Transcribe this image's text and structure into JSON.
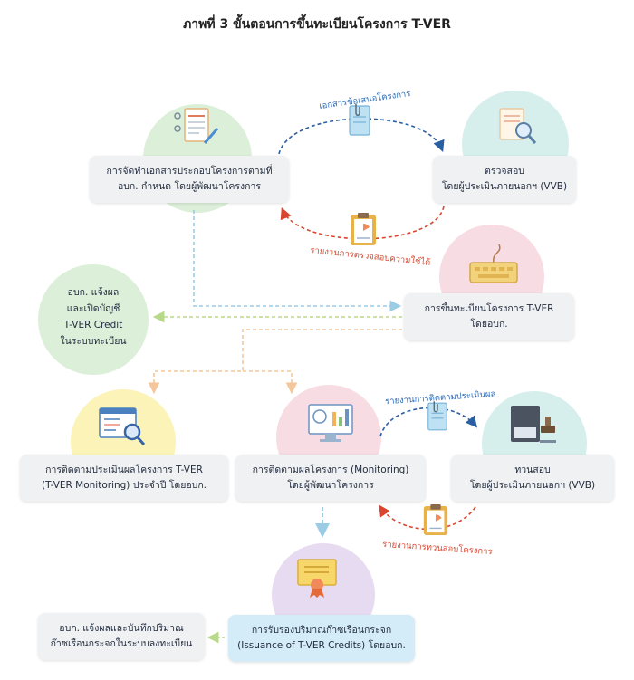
{
  "title": "ภาพที่ 3 ขั้นตอนการขึ้นทะเบียนโครงการ T-VER",
  "nodes": {
    "prepare_docs": {
      "lines": [
        "การจัดทำเอกสารประกอบโครงการตามที่",
        "อบก. กำหนด โดยผู้พัฒนาโครงการ"
      ]
    },
    "validate": {
      "lines": [
        "ตรวจสอบ",
        "โดยผู้ประเมินภายนอกฯ (VVB)"
      ]
    },
    "register": {
      "lines": [
        "การขึ้นทะเบียนโครงการ T-VER",
        "โดยอบก."
      ]
    },
    "notify_account": {
      "lines": [
        "อบก. แจ้งผล",
        "และเปิดบัญชี",
        "T-VER Credit",
        "ในระบบทะเบียน"
      ]
    },
    "annual_eval": {
      "lines": [
        "การติดตามประเมินผลโครงการ T-VER",
        "(T-VER Monitoring) ประจำปี โดยอบก."
      ]
    },
    "monitoring": {
      "lines": [
        "การติดตามผลโครงการ (Monitoring)",
        "โดยผู้พัฒนาโครงการ"
      ]
    },
    "verify": {
      "lines": [
        "ทวนสอบ",
        "โดยผู้ประเมินภายนอกฯ (VVB)"
      ]
    },
    "issuance": {
      "lines": [
        "การรับรองปริมาณก๊าซเรือนกระจก",
        "(Issuance of T-VER Credits) โดยอบก."
      ]
    },
    "notify_record": {
      "lines": [
        "อบก. แจ้งผลและบันทึกปริมาณ",
        "ก๊าซเรือนกระจกในระบบลงทะเบียน"
      ]
    }
  },
  "labels": {
    "proposal_doc": "เอกสารข้อเสนอโครงการ",
    "validation_report": "รายงานการตรวจสอบความใช้ได้",
    "monitoring_report": "รายงานการติดตามประเมินผล",
    "verification_report": "รายงานการทวนสอบโครงการ"
  },
  "icons": {
    "prepare_docs": "document-pen-icon",
    "validate": "document-magnifier-icon",
    "register": "keyboard-icon",
    "annual_eval": "webpage-magnifier-icon",
    "monitoring": "monitor-dashboard-icon",
    "verify": "stamp-icon",
    "issuance": "certificate-icon",
    "proposal_doc": "clip-document-icon",
    "validation_report": "clipboard-chart-icon",
    "monitoring_report": "clip-document-icon",
    "verification_report": "clipboard-chart-icon"
  },
  "colors": {
    "green_circle": "#dcefd9",
    "pink_circle": "#f8dce3",
    "teal_circle": "#d6efec",
    "yellow_circle": "#fbf3b8",
    "purple_circle": "#e7dbf1",
    "arrow_blue": "#9ccbe6",
    "arrow_orange": "#f3c79b",
    "arrow_green": "#b9d98a",
    "cycle_blue": "#2b5fa3",
    "cycle_red": "#d8462f"
  }
}
